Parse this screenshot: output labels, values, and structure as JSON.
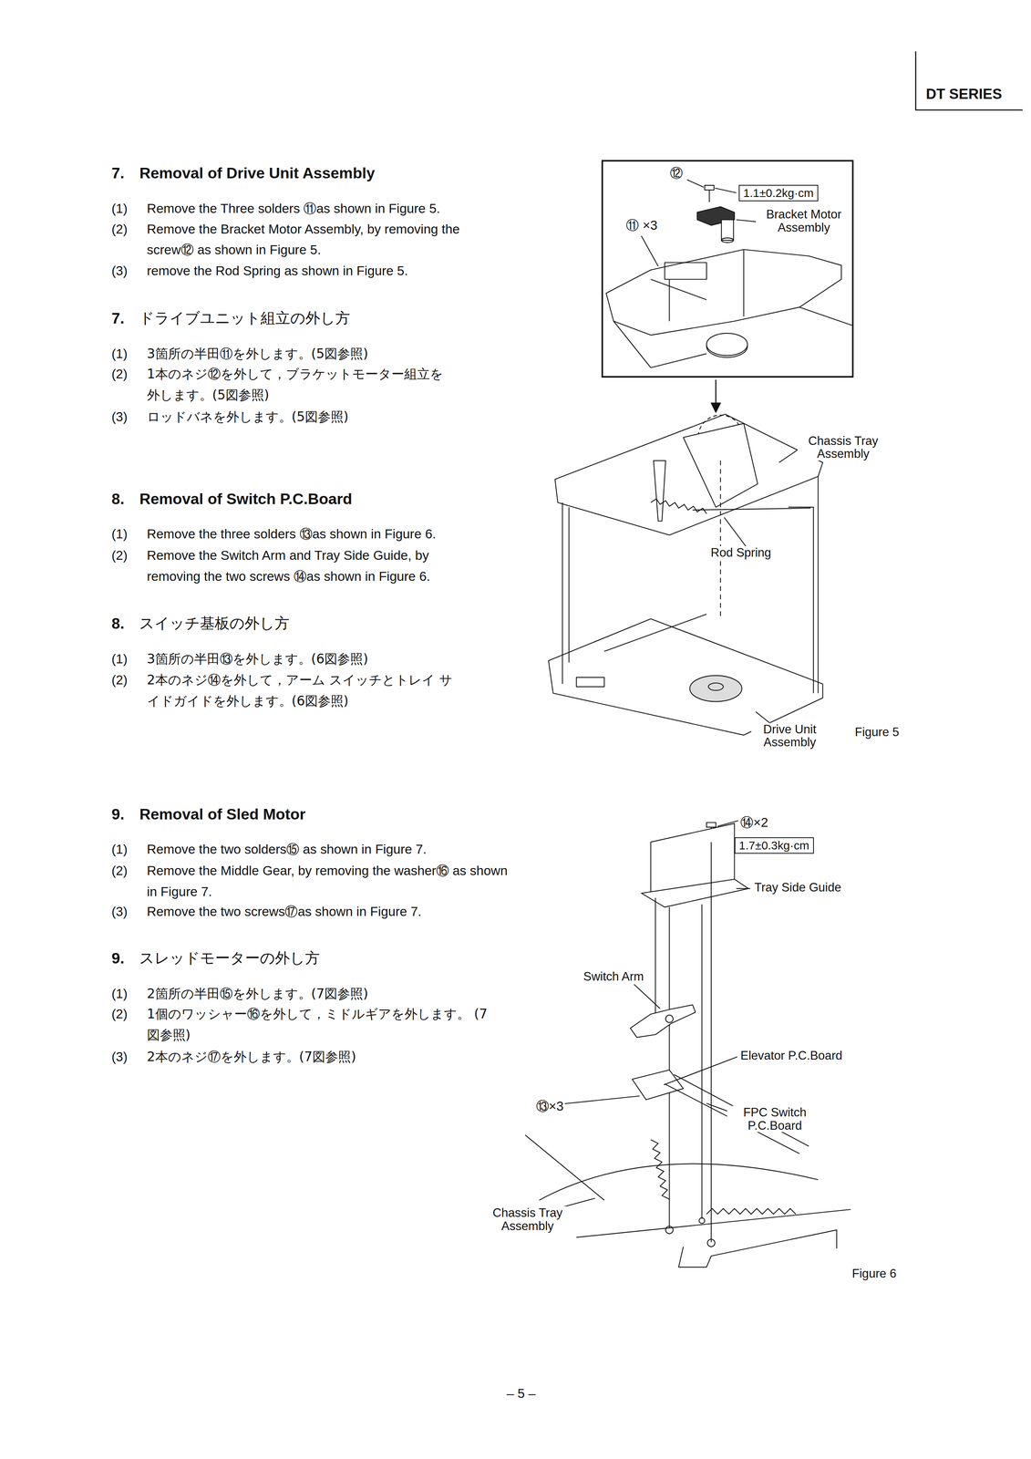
{
  "diagram": {
    "nodes": [
      {
        "text": [
          "Bracket Motor Assembly"
        ]
      },
      {
        "text": [
          "1.1±0.2kg·cm"
        ],
        "in": 0
      },
      {
        "text": [
          "1.7±0.3kg·cm"
        ]
      }
    ],
    "labels": [
      "DT SERIES",
      "7.",
      "Removal of Drive Unit Assembly",
      "(1)",
      "Remove the Three solders ⑪as shown in Figure 5.",
      "(2)",
      "Remove the Bracket Motor Assembly, by removing the screw⑫ as shown in Figure 5.",
      "(3)",
      "remove the Rod Spring as shown in Figure 5.",
      "7.",
      "ドライブユニット組立の外し方",
      "(1)",
      "3箇所の半田⑪を外します。(5図参照)",
      "(2)",
      "1本のネジ⑫を外して，ブラケットモーター組立を 外します。(5図参照)",
      "(3)",
      "ロッドバネを外します。(5図参照)",
      "8.",
      "Removal of Switch P.C.Board",
      "(1)",
      "Remove the three solders ⑬as shown in Figure 6.",
      "(2)",
      "Remove the Switch Arm and Tray Side Guide, by removing the two screws ⑭as shown in Figure 6.",
      "8.",
      "スイッチ基板の外し方",
      "(1)",
      "3箇所の半田⑬を外します。(6図参照)",
      "(2)",
      "2本のネジ⑭を外して，アーム スイッチとトレイ サイドガイドを外します。(6図参照)",
      "9.",
      "Removal of Sled Motor",
      "(1)",
      "Remove the two solders⑮ as shown in Figure 7.",
      "(2)",
      "Remove the Middle Gear, by removing the washer⑯ as shown in Figure 7.",
      "(3)",
      "Remove the two screws⑰as shown in Figure 7.",
      "9.",
      "スレッドモーターの外し方",
      "(1)",
      "2箇所の半田⑮を外します。(7図参照)",
      "(2)",
      "1個のワッシャー⑯を外して，ミドルギアを外します。 (7図参照)",
      "(3)",
      "2本のネジ⑰を外します。(7図参照)",
      "⑫",
      "⑪ ×3",
      "Chassis Tray Assembly",
      "Rod Spring",
      "Drive Unit Assembly",
      "Figure 5",
      "⑭×2",
      "Tray Side Guide",
      "Switch Arm",
      "Elevator P.C.Board",
      "⑬×3",
      "FPC Switch P.C.Board",
      "Chassis Tray Assembly",
      "Figure 6",
      "– 5 –"
    ]
  }
}
